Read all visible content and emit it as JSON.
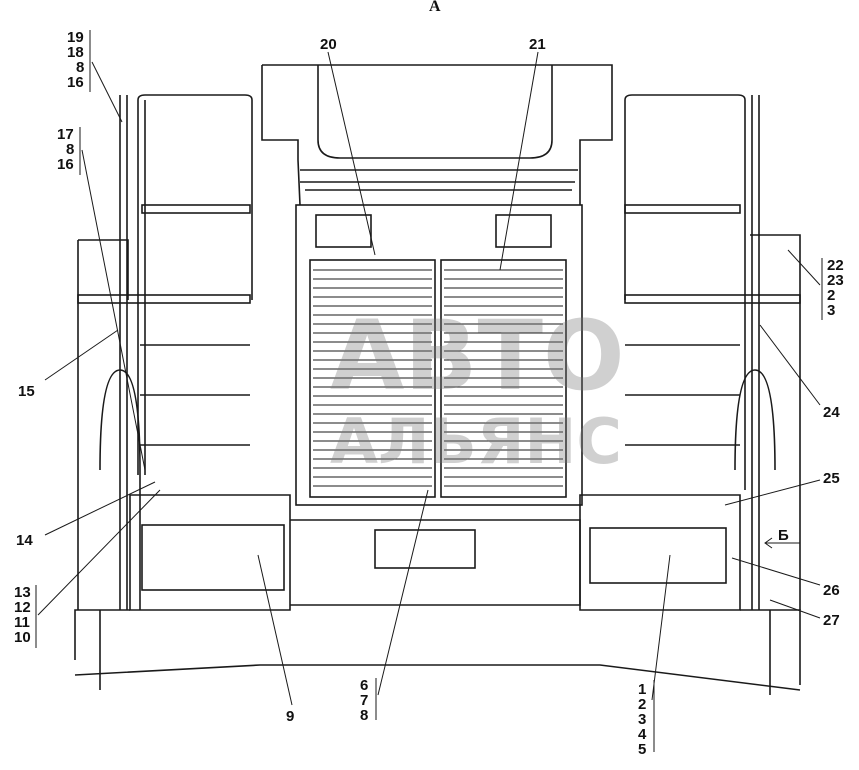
{
  "view_label": "A",
  "direction_label": "Б",
  "watermark": {
    "line1": "АВТО",
    "line2": "АЛЬЯНС"
  },
  "callouts": {
    "top_left_a": [
      "19",
      "18",
      "8",
      "16"
    ],
    "top_left_b": [
      "17",
      "8",
      "16"
    ],
    "c15": "15",
    "c14": "14",
    "bottom_left_stack": [
      "13",
      "12",
      "11",
      "10"
    ],
    "c9": "9",
    "center_stack": [
      "6",
      "7",
      "8"
    ],
    "c20": "20",
    "c21": "21",
    "right_stack": [
      "22",
      "23",
      "2",
      "3"
    ],
    "c24": "24",
    "c25": "25",
    "c26": "26",
    "c27": "27",
    "bottom_right_stack": [
      "1",
      "2",
      "3",
      "4",
      "5"
    ]
  },
  "colors": {
    "line": "#1a1a1a",
    "background": "#ffffff",
    "watermark": "#8c8c8c"
  }
}
